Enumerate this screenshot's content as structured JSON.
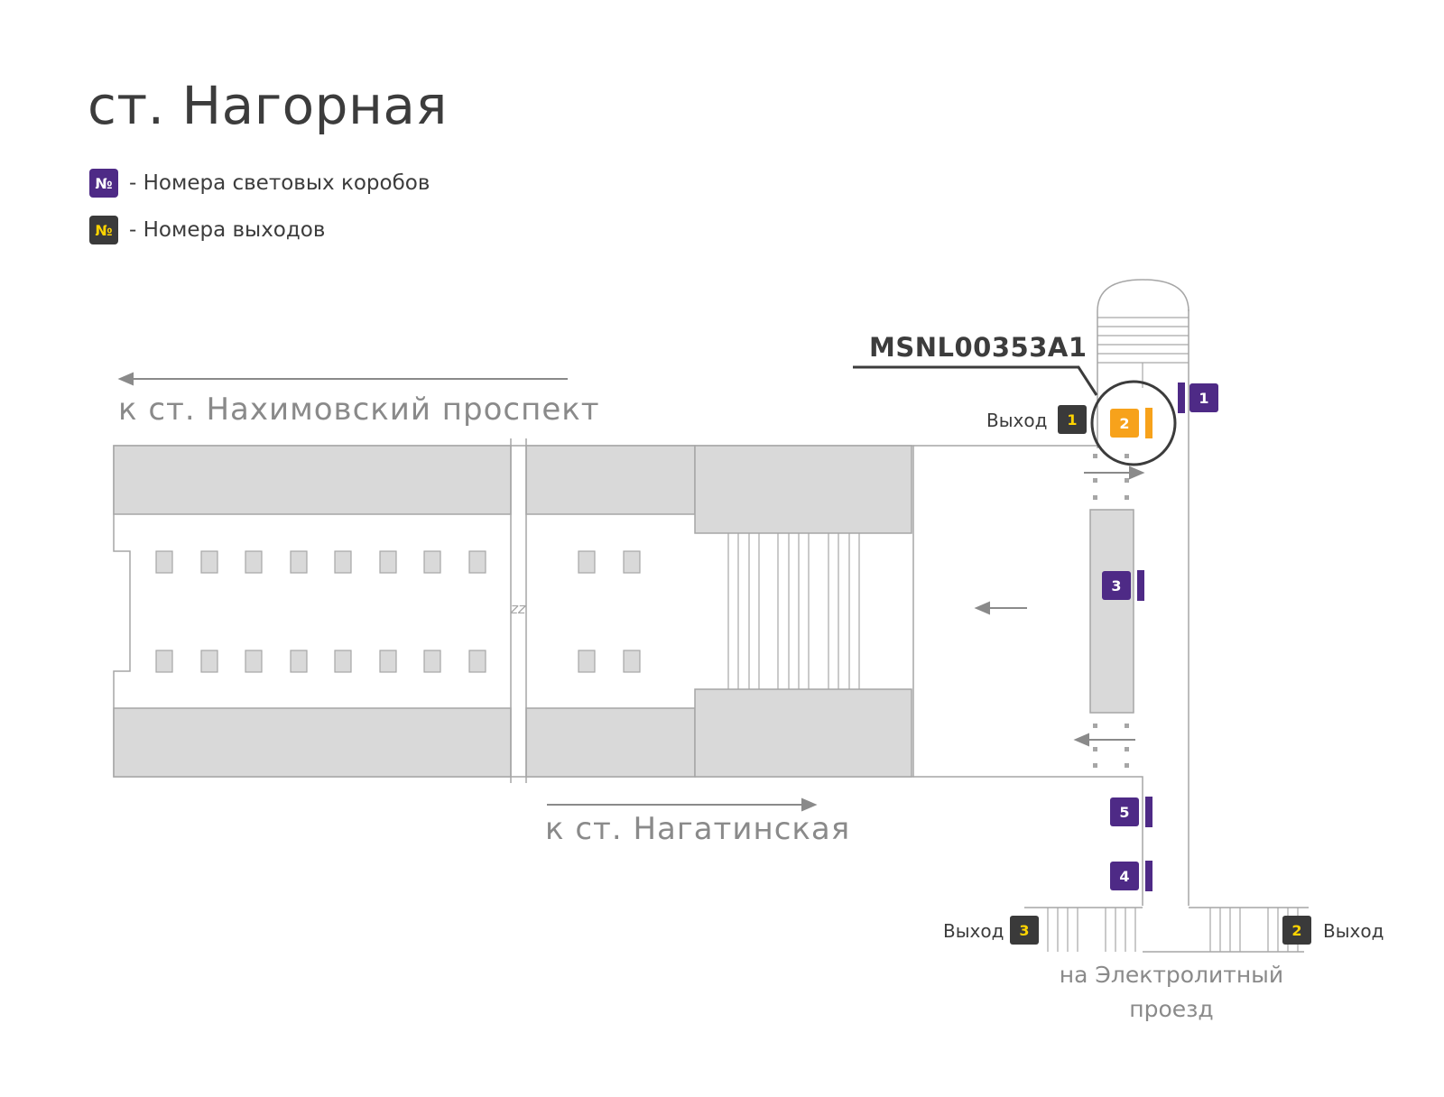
{
  "title": "ст. Нагорная",
  "legend": [
    {
      "symbol": "№",
      "text": "- Номера световых коробов",
      "color": "#4e2a86"
    },
    {
      "symbol": "№",
      "text": "- Номера выходов",
      "color": "#3a3a3a"
    }
  ],
  "directions": {
    "left_top": "к ст. Нахимовский проспект",
    "bottom": "к ст. Нагатинская"
  },
  "highlight_code": "MSNL00353A1",
  "exit_word": "Выход",
  "exits": [
    {
      "number": "1"
    },
    {
      "number": "3"
    },
    {
      "number": "2"
    }
  ],
  "lightboxes": [
    {
      "number": "1"
    },
    {
      "number": "2",
      "highlighted": true
    },
    {
      "number": "3"
    },
    {
      "number": "5"
    },
    {
      "number": "4"
    }
  ],
  "street": {
    "line1": "на Электролитный",
    "line2": "проезд"
  },
  "colors": {
    "lightbox": "#4e2a86",
    "exit_badge": "#3a3a3a",
    "exit_number": "#ffd400",
    "highlight": "#f7a21b",
    "structure_fill": "#d9d9d9",
    "line": "#a6a6a6"
  }
}
